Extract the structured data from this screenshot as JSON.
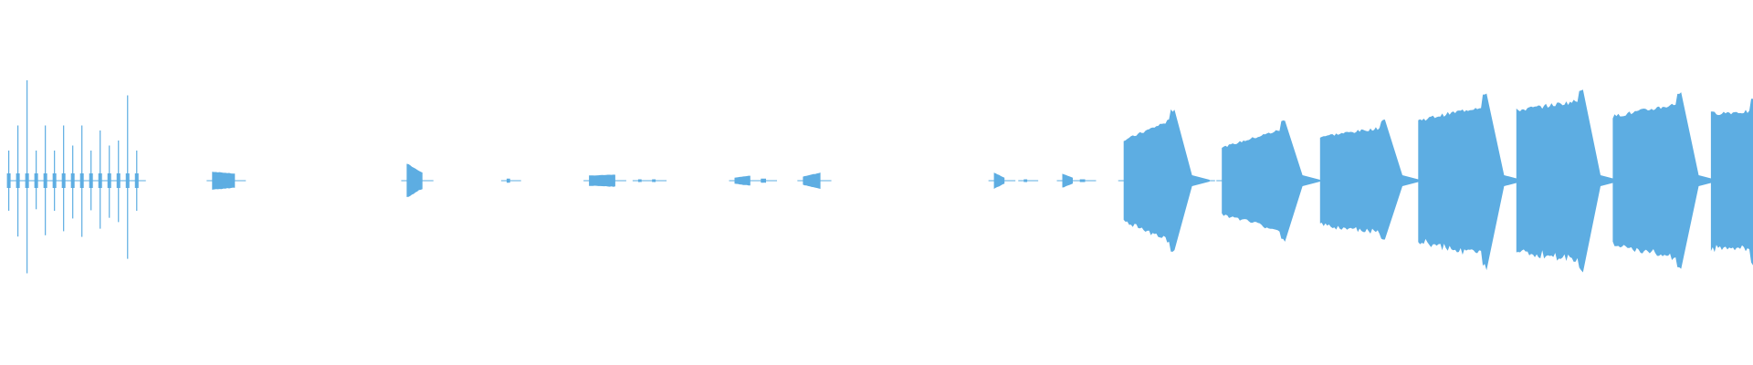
{
  "waveform": {
    "color": "#5dade2",
    "center_level": 0.0,
    "segments": [
      {
        "kind": "spikes",
        "start": 0.005,
        "end": 0.078,
        "peaks": [
          0.3,
          0.55,
          1.0,
          0.3,
          0.55,
          0.3,
          0.55,
          0.35,
          0.55,
          0.3,
          0.5,
          0.35,
          0.4,
          0.85,
          0.3
        ]
      },
      {
        "kind": "burst",
        "start": 0.121,
        "end": 0.134,
        "amp_start": 0.09,
        "amp_end": 0.07
      },
      {
        "kind": "burst",
        "start": 0.232,
        "end": 0.241,
        "amp_start": 0.17,
        "amp_end": 0.08
      },
      {
        "kind": "blip",
        "start": 0.289,
        "end": 0.291,
        "amp_start": 0.02,
        "amp_end": 0.02
      },
      {
        "kind": "burst",
        "start": 0.336,
        "end": 0.351,
        "amp_start": 0.05,
        "amp_end": 0.06
      },
      {
        "kind": "blip",
        "start": 0.364,
        "end": 0.366,
        "amp_start": 0.01,
        "amp_end": 0.01
      },
      {
        "kind": "blip",
        "start": 0.372,
        "end": 0.374,
        "amp_start": 0.01,
        "amp_end": 0.01
      },
      {
        "kind": "burst",
        "start": 0.419,
        "end": 0.428,
        "amp_start": 0.03,
        "amp_end": 0.05
      },
      {
        "kind": "blip",
        "start": 0.434,
        "end": 0.437,
        "amp_start": 0.02,
        "amp_end": 0.02
      },
      {
        "kind": "burst",
        "start": 0.458,
        "end": 0.468,
        "amp_start": 0.04,
        "amp_end": 0.08
      },
      {
        "kind": "burst",
        "start": 0.567,
        "end": 0.573,
        "amp_start": 0.08,
        "amp_end": 0.03
      },
      {
        "kind": "blip",
        "start": 0.584,
        "end": 0.586,
        "amp_start": 0.01,
        "amp_end": 0.01
      },
      {
        "kind": "burst",
        "start": 0.606,
        "end": 0.612,
        "amp_start": 0.07,
        "amp_end": 0.03
      },
      {
        "kind": "blip",
        "start": 0.616,
        "end": 0.619,
        "amp_start": 0.01,
        "amp_end": 0.01
      },
      {
        "kind": "block",
        "start": 0.641,
        "end": 0.67,
        "amp_start": 0.4,
        "amp_end": 0.62,
        "tail": 0.02
      },
      {
        "kind": "blip",
        "start": 0.672,
        "end": 0.686,
        "amp_start": 0.01,
        "amp_end": 0.01
      },
      {
        "kind": "block",
        "start": 0.697,
        "end": 0.733,
        "amp_start": 0.33,
        "amp_end": 0.52,
        "tail": 0.02
      },
      {
        "kind": "block",
        "start": 0.753,
        "end": 0.79,
        "amp_start": 0.44,
        "amp_end": 0.53,
        "tail": 0.02
      },
      {
        "kind": "block",
        "start": 0.809,
        "end": 0.848,
        "amp_start": 0.6,
        "amp_end": 0.75,
        "tail": 0.02
      },
      {
        "kind": "block",
        "start": 0.865,
        "end": 0.903,
        "amp_start": 0.7,
        "amp_end": 0.8,
        "tail": 0.02
      },
      {
        "kind": "block",
        "start": 0.92,
        "end": 0.959,
        "amp_start": 0.64,
        "amp_end": 0.77,
        "tail": 0.02
      },
      {
        "kind": "block",
        "start": 0.976,
        "end": 1.0,
        "amp_start": 0.67,
        "amp_end": 0.69,
        "tail": 0.0
      }
    ]
  }
}
